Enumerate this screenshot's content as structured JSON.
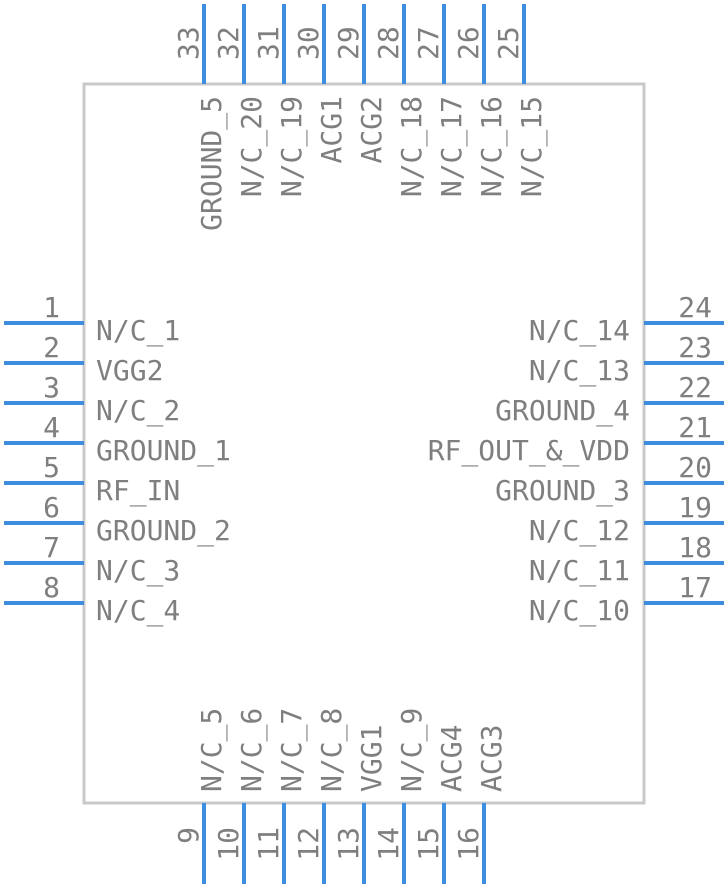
{
  "component": {
    "pins_left": [
      {
        "num": "1",
        "label": "N/C_1"
      },
      {
        "num": "2",
        "label": "VGG2"
      },
      {
        "num": "3",
        "label": "N/C_2"
      },
      {
        "num": "4",
        "label": "GROUND_1"
      },
      {
        "num": "5",
        "label": "RF_IN"
      },
      {
        "num": "6",
        "label": "GROUND_2"
      },
      {
        "num": "7",
        "label": "N/C_3"
      },
      {
        "num": "8",
        "label": "N/C_4"
      }
    ],
    "pins_right": [
      {
        "num": "24",
        "label": "N/C_14"
      },
      {
        "num": "23",
        "label": "N/C_13"
      },
      {
        "num": "22",
        "label": "GROUND_4"
      },
      {
        "num": "21",
        "label": "RF_OUT_&_VDD"
      },
      {
        "num": "20",
        "label": "GROUND_3"
      },
      {
        "num": "19",
        "label": "N/C_12"
      },
      {
        "num": "18",
        "label": "N/C_11"
      },
      {
        "num": "17",
        "label": "N/C_10"
      }
    ],
    "pins_top": [
      {
        "num": "33",
        "label": "GROUND_5"
      },
      {
        "num": "32",
        "label": "N/C_20"
      },
      {
        "num": "31",
        "label": "N/C_19"
      },
      {
        "num": "30",
        "label": "ACG1"
      },
      {
        "num": "29",
        "label": "ACG2"
      },
      {
        "num": "28",
        "label": "N/C_18"
      },
      {
        "num": "27",
        "label": "N/C_17"
      },
      {
        "num": "26",
        "label": "N/C_16"
      },
      {
        "num": "25",
        "label": "N/C_15"
      }
    ],
    "pins_bottom": [
      {
        "num": "9",
        "label": "N/C_5"
      },
      {
        "num": "10",
        "label": "N/C_6"
      },
      {
        "num": "11",
        "label": "N/C_7"
      },
      {
        "num": "12",
        "label": "N/C_8"
      },
      {
        "num": "13",
        "label": "VGG1"
      },
      {
        "num": "14",
        "label": "N/C_9"
      },
      {
        "num": "15",
        "label": "ACG4"
      },
      {
        "num": "16",
        "label": "ACG3"
      }
    ],
    "colors": {
      "pin": "#3e8ee0",
      "text": "#7f7f7f",
      "outline": "#c9c9c9"
    }
  }
}
